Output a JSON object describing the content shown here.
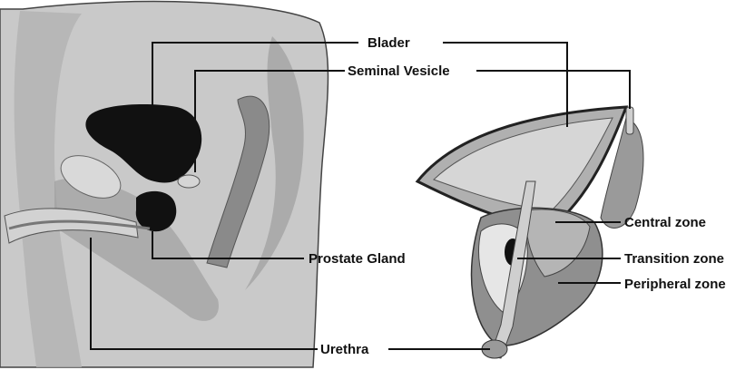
{
  "labels": {
    "bladder": "Blader",
    "seminal_vesicle": "Seminal Vesicle",
    "prostate_gland": "Prostate Gland",
    "urethra": "Urethra",
    "central_zone": "Central zone",
    "transition_zone": "Transition zone",
    "peripheral_zone": "Peripheral zone"
  },
  "colors": {
    "tissue_light": "#cfcfcf",
    "tissue_mid": "#a9a9a9",
    "tissue_dark": "#7d7d7d",
    "organ_black": "#111111",
    "outline": "#333333"
  }
}
